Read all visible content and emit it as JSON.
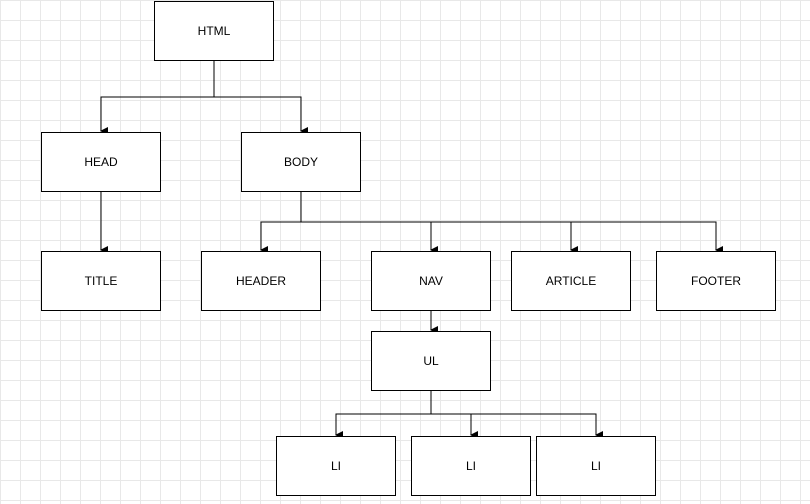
{
  "diagram": {
    "type": "tree",
    "nodes": {
      "html": "HTML",
      "head": "HEAD",
      "body": "BODY",
      "title": "TITLE",
      "header": "HEADER",
      "nav": "NAV",
      "article": "ARTICLE",
      "footer": "FOOTER",
      "ul": "UL",
      "li_1": "LI",
      "li_2": "LI",
      "li_3": "LI"
    },
    "edges": [
      [
        "html",
        "head"
      ],
      [
        "html",
        "body"
      ],
      [
        "head",
        "title"
      ],
      [
        "body",
        "header"
      ],
      [
        "body",
        "nav"
      ],
      [
        "body",
        "article"
      ],
      [
        "body",
        "footer"
      ],
      [
        "nav",
        "ul"
      ],
      [
        "ul",
        "li_1"
      ],
      [
        "ul",
        "li_2"
      ],
      [
        "ul",
        "li_3"
      ]
    ],
    "colors": {
      "background": "#ffffff",
      "grid": "#e8e8e8",
      "box_border": "#000000",
      "connector": "#000000",
      "text": "#000000"
    }
  }
}
